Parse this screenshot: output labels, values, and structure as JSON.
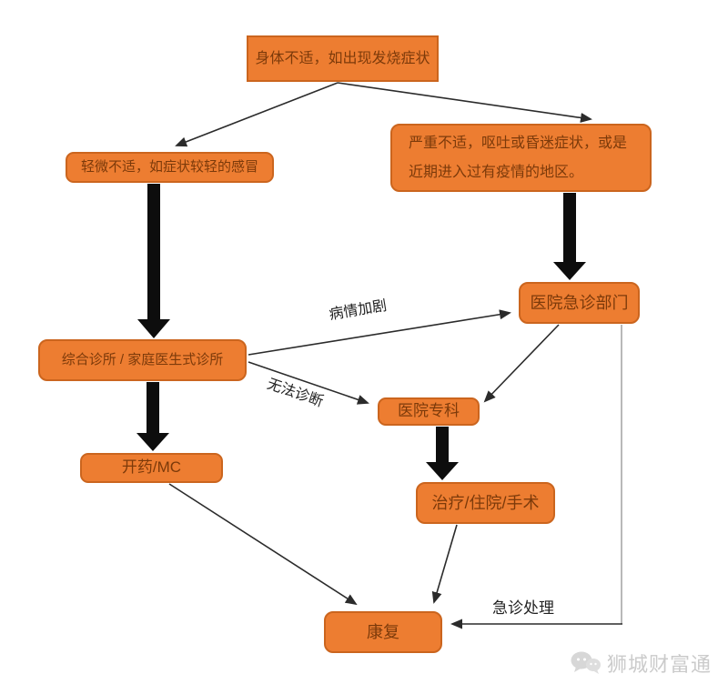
{
  "colors": {
    "box_fill": "#ED7D31",
    "box_border": "#CB651E",
    "box_text": "#7C3A0A",
    "line": "#2b2b2b",
    "thick_arrow": "#0d0d0d",
    "watermark_text": "#cbcbcb"
  },
  "nodes": {
    "symptom": {
      "label": "身体不适，如出现发烧症状"
    },
    "mild": {
      "label": "轻微不适，如症状较轻的感冒"
    },
    "severe": {
      "label": "严重不适，呕吐或昏迷症状，或是近期进入过有疫情的地区。"
    },
    "emergency": {
      "label": "医院急诊部门"
    },
    "clinic": {
      "label": "综合诊所 / 家庭医生式诊所"
    },
    "medicine": {
      "label": "开药/MC"
    },
    "specialist": {
      "label": "医院专科"
    },
    "treatment": {
      "label": "治疗/住院/手术"
    },
    "recovery": {
      "label": "康复"
    }
  },
  "edge_labels": {
    "worsen": "病情加剧",
    "undiagnosed": "无法诊断",
    "emergency_handling": "急诊处理"
  },
  "watermark": {
    "text": "狮城财富通",
    "logo": "chat-bubbles-icon"
  }
}
